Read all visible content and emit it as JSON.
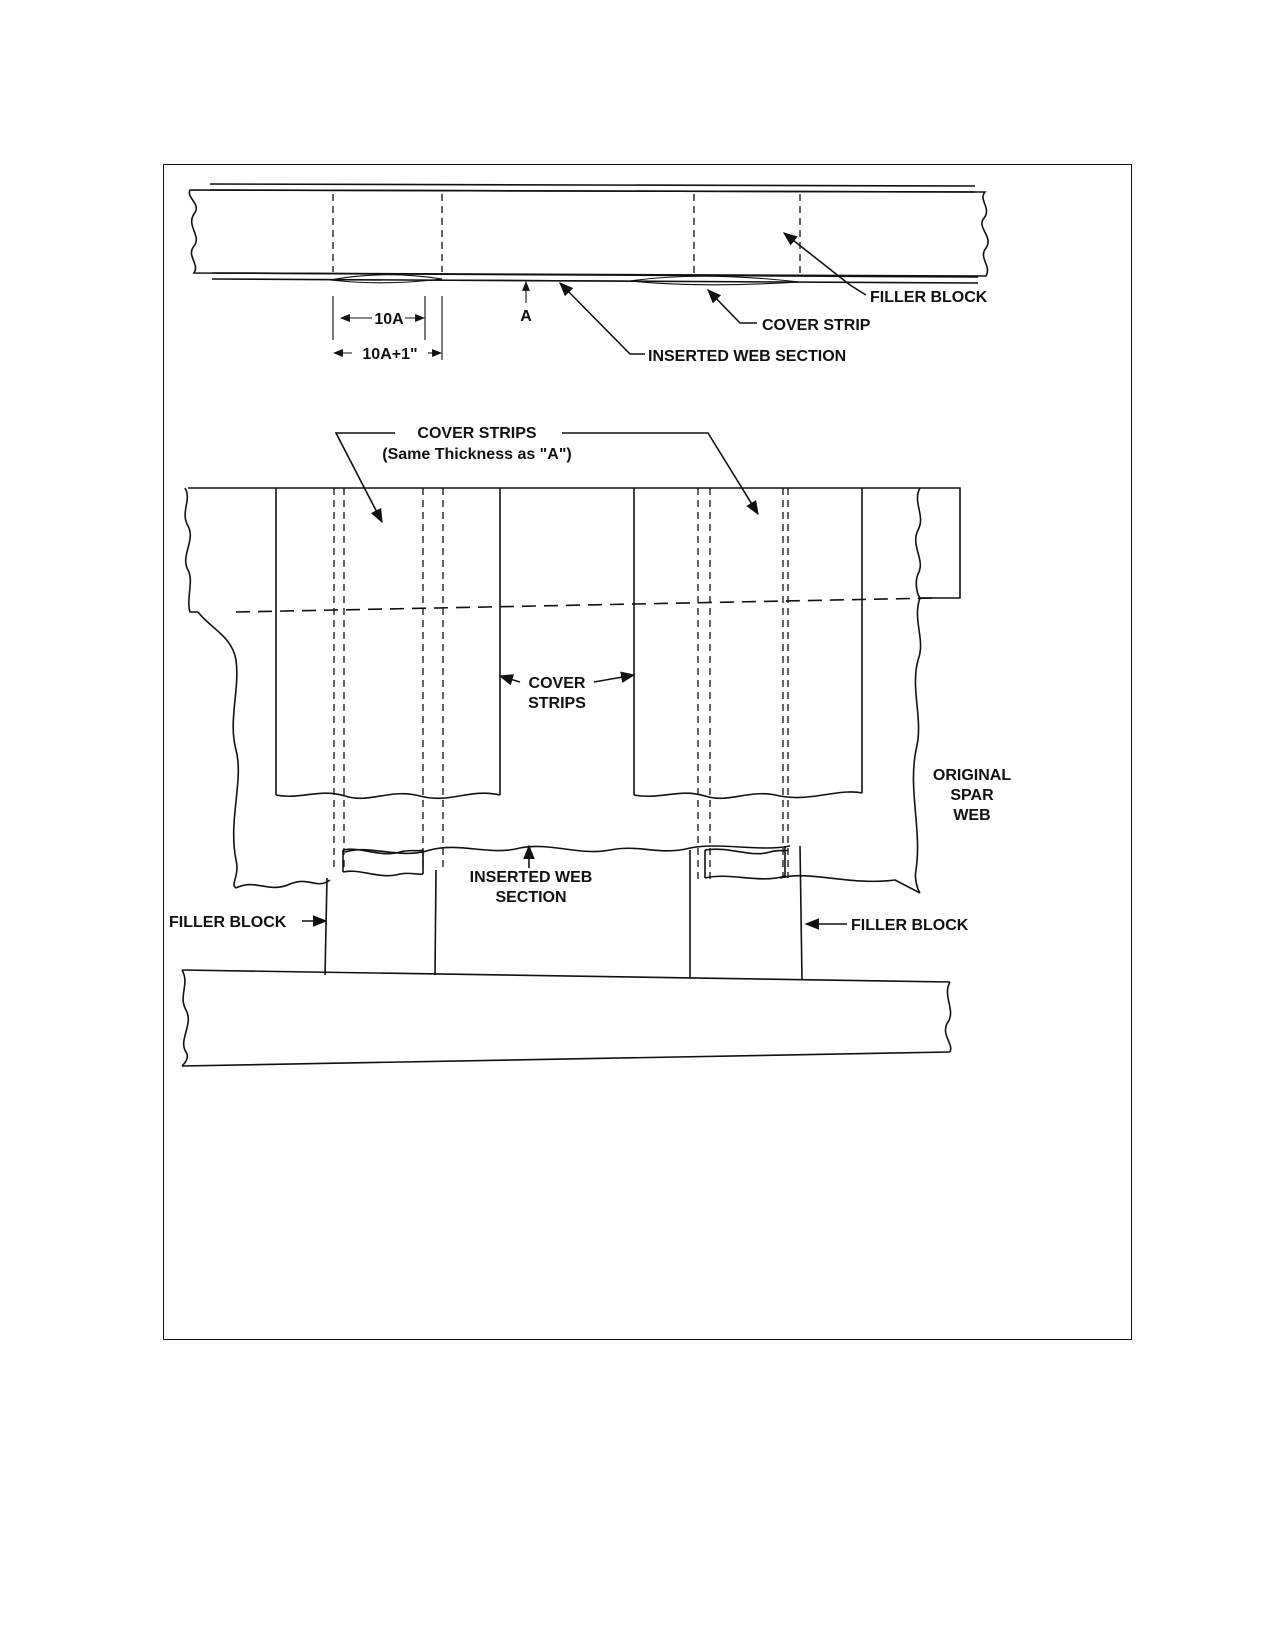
{
  "labels": {
    "filler_block_top": "FILLER BLOCK",
    "cover_strip_top": "COVER STRIP",
    "inserted_web_section_top": "INSERTED WEB SECTION",
    "dim_a": "A",
    "dim_10a": "10A",
    "dim_10a_plus_1": "10A+1\"",
    "cover_strips_title": "COVER STRIPS",
    "cover_strips_subtitle": "(Same Thickness as \"A\")",
    "cover_strips_mid_line1": "COVER",
    "cover_strips_mid_line2": "STRIPS",
    "original_spar_web_line1": "ORIGINAL",
    "original_spar_web_line2": "SPAR",
    "original_spar_web_line3": "WEB",
    "inserted_web_section_line1": "INSERTED WEB",
    "inserted_web_section_line2": "SECTION",
    "filler_block_left": "FILLER BLOCK",
    "filler_block_right": "FILLER BLOCK"
  },
  "colors": {
    "ink": "#111111",
    "paper": "#ffffff"
  }
}
